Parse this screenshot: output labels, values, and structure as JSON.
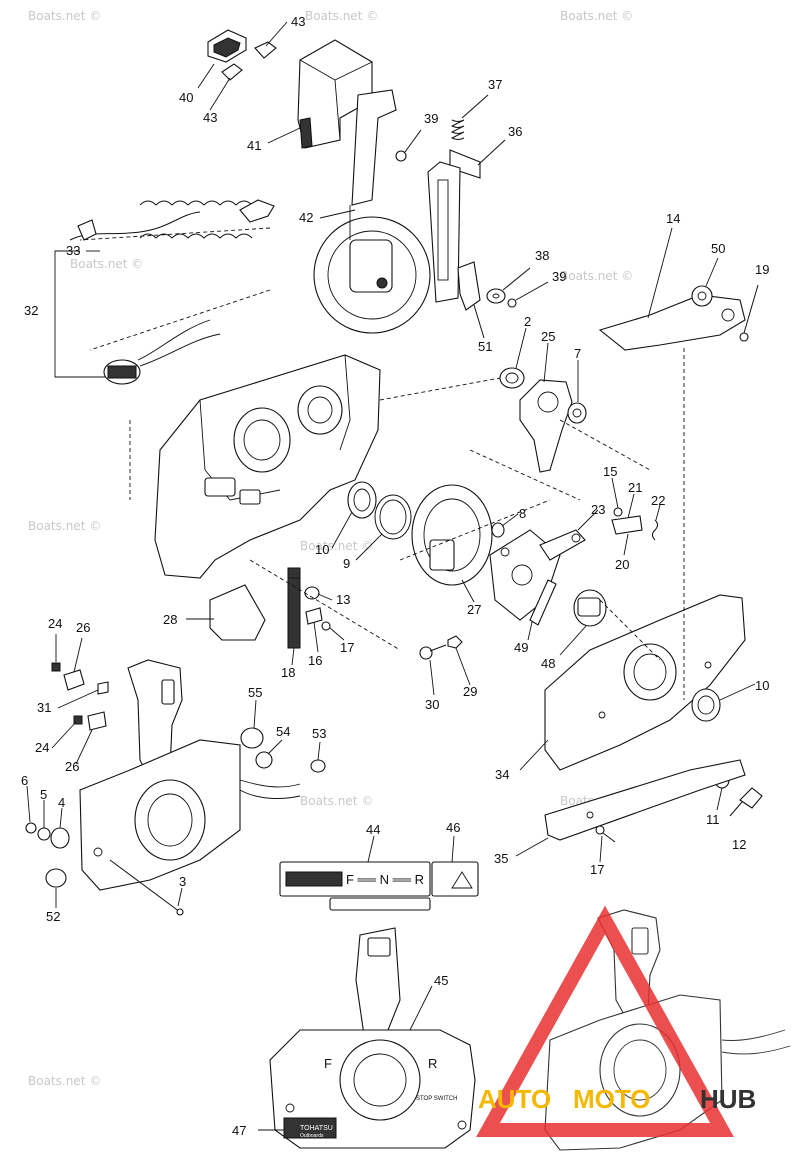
{
  "watermarks": [
    "Boats.net ©",
    "Boats.net ©",
    "Boats.net ©",
    "Boats.net ©",
    "Boats.net ©",
    "Boats.net ©",
    "Boats.net ©",
    "Boats.net ©",
    "Boats.net ©",
    "Boats.net ©"
  ],
  "labels": {
    "p43a": "43",
    "p40": "40",
    "p43b": "43",
    "p41": "41",
    "p39a": "39",
    "p37": "37",
    "p36": "36",
    "p42": "42",
    "p33": "33",
    "p32": "32",
    "p38": "38",
    "p39b": "39",
    "p51": "51",
    "p2": "2",
    "p25": "25",
    "p7": "7",
    "p14": "14",
    "p50": "50",
    "p19": "19",
    "p15": "15",
    "p21": "21",
    "p22": "22",
    "p20": "20",
    "p23": "23",
    "p8": "8",
    "p10a": "10",
    "p9": "9",
    "p13": "13",
    "p28": "28",
    "p18": "18",
    "p16": "16",
    "p17a": "17",
    "p27": "27",
    "p30": "30",
    "p29": "29",
    "p49": "49",
    "p48": "48",
    "p10b": "10",
    "p34": "34",
    "p11": "11",
    "p12": "12",
    "p35": "35",
    "p17b": "17",
    "p24a": "24",
    "p26a": "26",
    "p31": "31",
    "p24b": "24",
    "p26b": "26",
    "p55": "55",
    "p54": "54",
    "p53": "53",
    "p6": "6",
    "p5": "5",
    "p4": "4",
    "p3": "3",
    "p52": "52",
    "p44": "44",
    "p46": "46",
    "p45": "45",
    "p47": "47"
  },
  "decal_text": {
    "neutral_scale": "F ══ N ══ R",
    "forward_mark": "F",
    "reverse_mark": "R",
    "stop_switch": "STOP SWITCH",
    "brand": "TOHATSU",
    "brand_sub": "Outboards"
  },
  "logo": {
    "part1": "AUTO",
    "part2": "MOTO",
    "part3": "HUB",
    "color_primary": "#f5b800",
    "color_secondary": "#333333",
    "color_triangle": "#e83030"
  }
}
